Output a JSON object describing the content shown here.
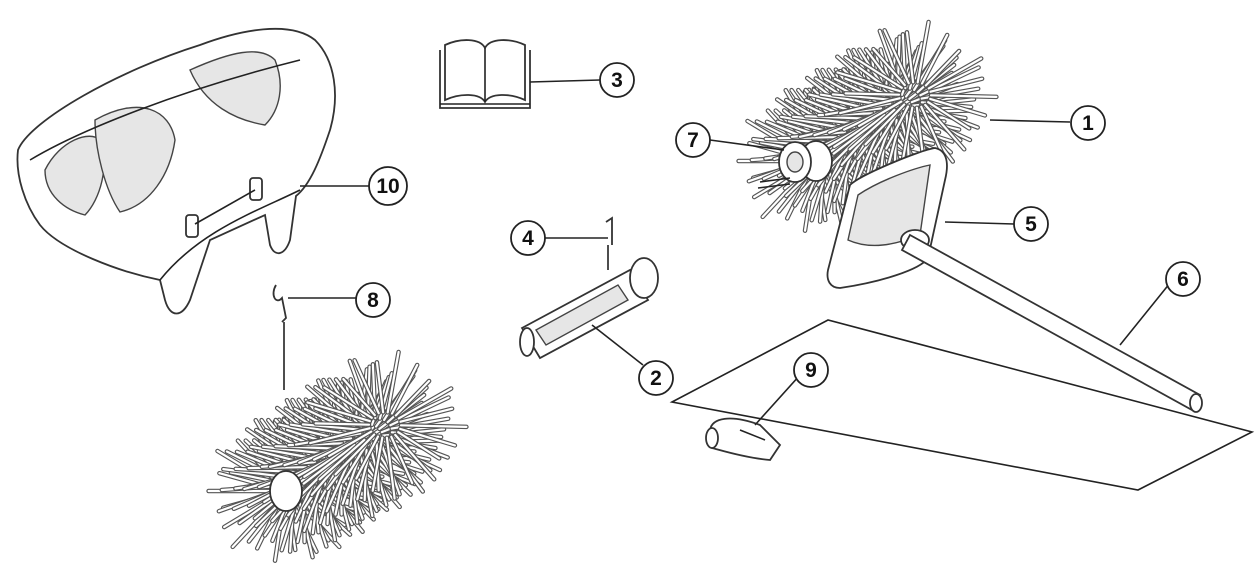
{
  "diagram": {
    "callouts": [
      {
        "label": "1"
      },
      {
        "label": "2"
      },
      {
        "label": "3"
      },
      {
        "label": "4"
      },
      {
        "label": "5"
      },
      {
        "label": "6"
      },
      {
        "label": "7"
      },
      {
        "label": "8"
      },
      {
        "label": "9"
      },
      {
        "label": "10"
      }
    ]
  }
}
